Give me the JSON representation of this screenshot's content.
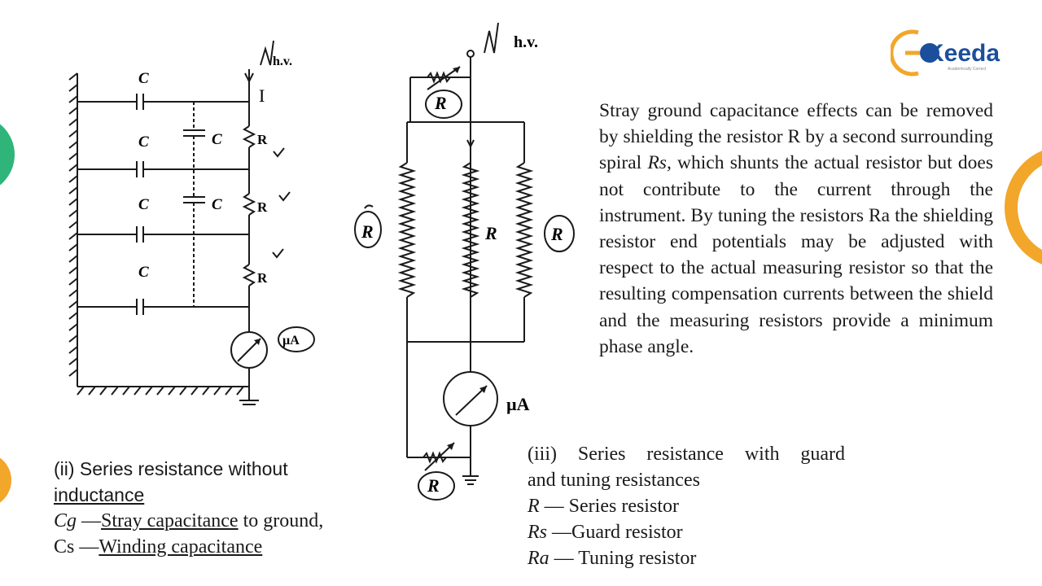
{
  "logo": {
    "name": "Keeda",
    "tagline": "Academically Correct"
  },
  "diagram_left": {
    "hv_label": "h.v.",
    "current_label": "I",
    "cg_labels": [
      "C",
      "C",
      "C",
      "C"
    ],
    "cs_labels": [
      "C",
      "C"
    ],
    "r_labels": [
      "R",
      "R",
      "R"
    ],
    "meter_label": "µA"
  },
  "diagram_mid": {
    "hv_label": "h.v.",
    "ra_top": "R",
    "rs_label": "R",
    "r_label": "R",
    "ri_label": "R",
    "meter_label": "µA",
    "ra_bottom": "R"
  },
  "paragraph": {
    "part1": "Stray ground capacitance effects can be removed by shielding the resistor R by a second surrounding spiral ",
    "rs": "Rs,",
    "part2": " which shunts the actual resistor but does not contribute to the current through the instrument. By tuning the resistors Ra the shielding resistor end potentials may be adjusted with respect to the actual measuring resistor so that the resulting compensation currents between the shield and the measuring resistors provide a minimum phase angle."
  },
  "left_caption": {
    "title_a": "(ii) Series resistance without",
    "title_b": "inductance",
    "cg_sym": "Cg",
    "cg_dash": " —",
    "cg_text": "Stray capacitance",
    "cg_tail": " to ground,",
    "cs_sym": "Cs",
    "cs_dash": " —",
    "cs_text": "Winding capacitance"
  },
  "mid_caption": {
    "title_words": [
      "(iii)",
      "Series",
      "resistance",
      "with",
      "guard"
    ],
    "title_b": "and tuning resistances",
    "items": [
      {
        "sym": "R",
        "text": " — Series resistor"
      },
      {
        "sym": "Rs",
        "text": " —Guard resistor"
      },
      {
        "sym": "Ra",
        "text": " — Tuning resistor"
      }
    ]
  }
}
